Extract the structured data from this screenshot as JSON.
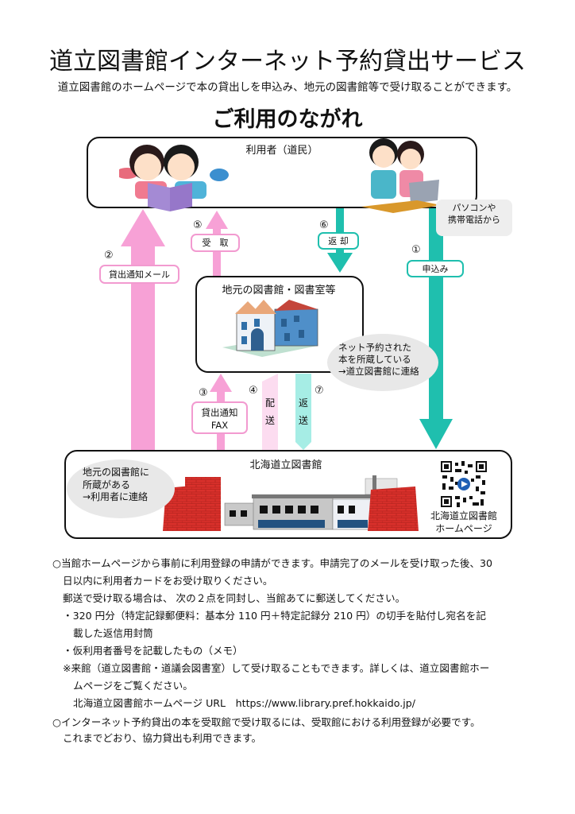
{
  "header": {
    "title": "道立図書館インターネット予約貸出サービス",
    "subtitle": "道立図書館のホームページで本の貸出しを申込み、地元の図書館等で受け取ることができます。",
    "section_title": "ご利用のながれ"
  },
  "flow": {
    "user_box": {
      "label": "利用者（道民）"
    },
    "local_library_box": {
      "label": "地元の図書館・図書室等"
    },
    "main_library_box": {
      "label": "北海道立図書館"
    },
    "pc_bubble": [
      "パソコンや",
      "携帯電話から"
    ],
    "local_bubble": [
      "ネット予約された",
      "本を所蔵している",
      "→道立図書館に連絡"
    ],
    "main_bubble": [
      "地元の図書館に",
      "所蔵がある",
      "→利用者に連絡"
    ],
    "qr": {
      "label_line1": "北海道立図書館",
      "label_line2": "ホームページ"
    },
    "steps": [
      {
        "num": "①",
        "label": "申込み"
      },
      {
        "num": "②",
        "label": "貸出通知メール"
      },
      {
        "num": "③",
        "label_line1": "貸出通知",
        "label_line2": "FAX"
      },
      {
        "num": "④",
        "label_line1": "配",
        "label_line2": "送"
      },
      {
        "num": "⑤",
        "label": "受　取"
      },
      {
        "num": "⑥",
        "label": "返 却"
      },
      {
        "num": "⑦",
        "label_line1": "返",
        "label_line2": "送"
      }
    ],
    "colors": {
      "pink": "#f7a1d6",
      "light_pink": "#fcdcf0",
      "teal": "#1fbfae",
      "light_teal": "#a6ede5",
      "brick": "#d9302b"
    }
  },
  "notes": [
    "○当館ホームページから事前に利用登録の申請ができます。申請完了のメールを受け取った後、30",
    "日以内に利用者カードをお受け取りください。",
    "郵送で受け取る場合は、 次の２点を同封し、当館あてに郵送してください。",
    "・320 円分（特定記録郵便料：基本分 110 円＋特定記録分 210 円）の切手を貼付し宛名を記",
    "載した返信用封筒",
    "・仮利用者番号を記載したもの（メモ）",
    "※来館（道立図書館・道議会図書室）して受け取ることもできます。詳しくは、道立図書館ホー",
    "ムページをご覧ください。",
    "北海道立図書館ホームページ URL　https://www.library.pref.hokkaido.jp/",
    "○インターネット予約貸出の本を受取館で受け取るには、受取館における利用登録が必要です。",
    "これまでどおり、協力貸出も利用できます。"
  ]
}
